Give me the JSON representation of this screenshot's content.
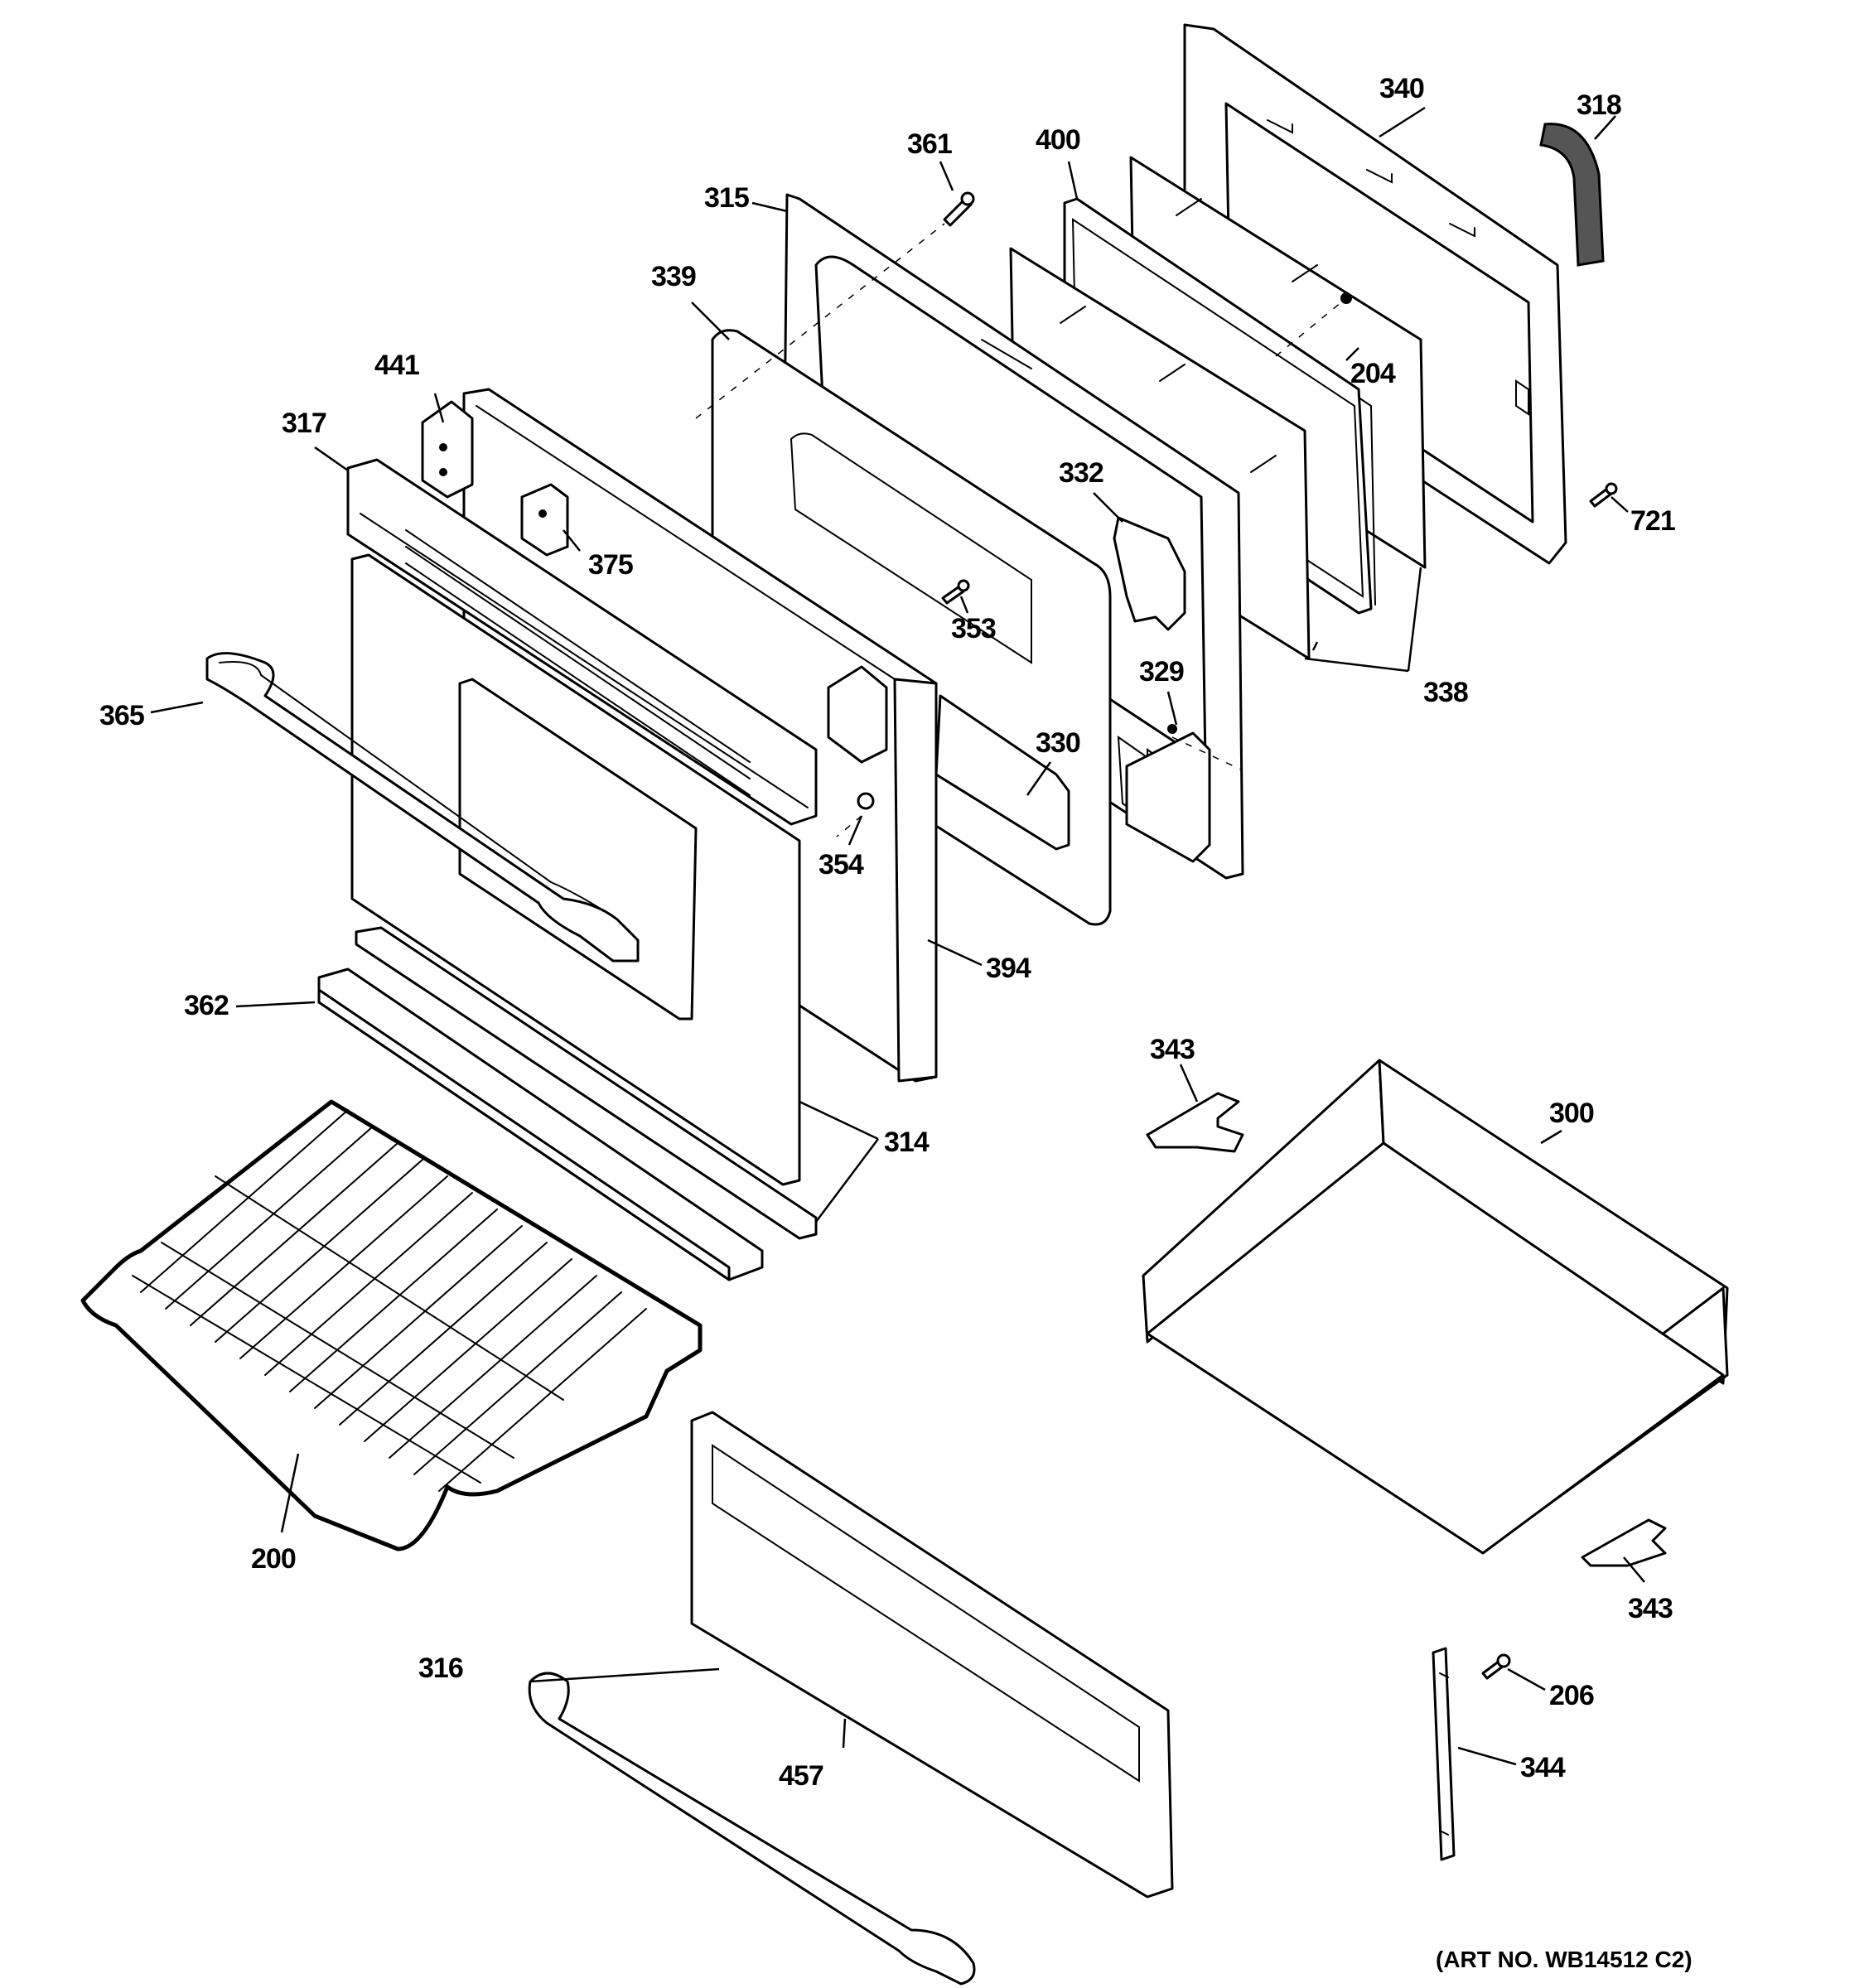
{
  "callouts": {
    "c340": "340",
    "c318": "318",
    "c361": "361",
    "c400": "400",
    "c315": "315",
    "c339": "339",
    "c204": "204",
    "c441": "441",
    "c317": "317",
    "c332": "332",
    "c375": "375",
    "c721": "721",
    "c353": "353",
    "c338": "338",
    "c329": "329",
    "c365": "365",
    "c330": "330",
    "c354": "354",
    "c394": "394",
    "c362": "362",
    "c343a": "343",
    "c300": "300",
    "c314": "314",
    "c200": "200",
    "c343b": "343",
    "c316": "316",
    "c206": "206",
    "c457": "457",
    "c344": "344"
  },
  "art_number": "(ART NO. WB14512 C2)"
}
